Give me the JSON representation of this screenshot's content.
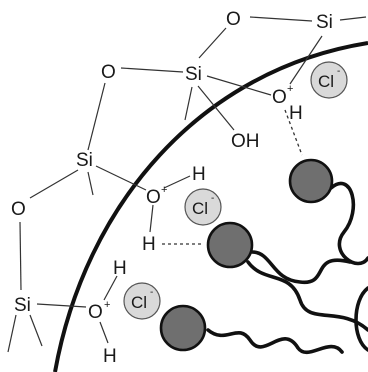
{
  "atoms": {
    "si": "Si",
    "o": "O",
    "oh": "OH",
    "h": "H"
  },
  "charges": {
    "plus": "+",
    "minus": "-"
  },
  "ion": {
    "symbol": "Cl"
  },
  "colors": {
    "surface_line": "#111111",
    "molecule_head": "#6f6f6f",
    "chloride_fill": "#d9d9d9"
  }
}
